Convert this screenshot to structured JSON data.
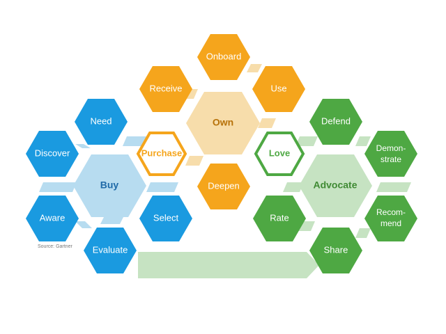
{
  "colors": {
    "blue": "#1a9ae0",
    "blue_light": "#b7dcf0",
    "blue_text": "#1f6aa8",
    "orange": "#f5a51c",
    "orange_light": "#f7ddab",
    "orange_text": "#b7720a",
    "green": "#4ea843",
    "green_light": "#c6e3c2",
    "green_text": "#3f8a33",
    "white": "#ffffff"
  },
  "buy": {
    "center": "Buy",
    "need": "Need",
    "discover": "Discover",
    "aware": "Aware",
    "evaluate": "Evaluate",
    "select": "Select"
  },
  "purchase": "Purchase",
  "own": {
    "center": "Own",
    "receive": "Receive",
    "onboard": "Onboard",
    "use": "Use",
    "deepen": "Deepen"
  },
  "love": "Love",
  "advocate": {
    "center": "Advocate",
    "defend": "Defend",
    "demonstrate": [
      "Demon-",
      "strate"
    ],
    "recommend": [
      "Recom-",
      "mend"
    ],
    "share": "Share",
    "rate": "Rate"
  },
  "source": "Source: Gartner"
}
